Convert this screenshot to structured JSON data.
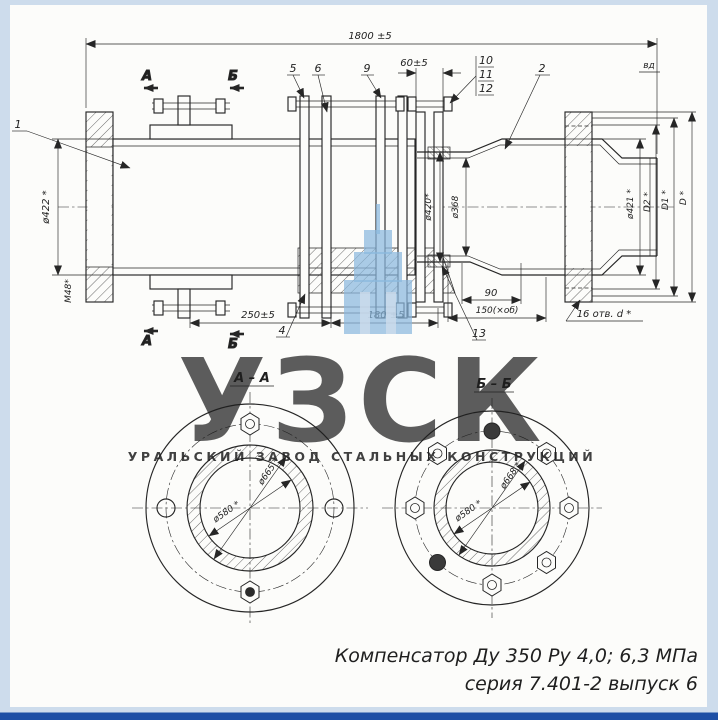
{
  "colors": {
    "page_bg": "#cddcec",
    "paper": "#fcfcfa",
    "line": "#262626",
    "watermark_blue": "#5b9bd0",
    "footer_bar_blue": "#1d4fa5"
  },
  "watermark": {
    "logo_text": "УЗСК",
    "subtitle": "УРАЛЬСКИЙ ЗАВОД СТАЛЬНЫХ КОНСТРУКЦИЙ"
  },
  "caption": {
    "line1": "Компенсатор Ду 350 Ру 4,0; 6,3 МПа",
    "line2": "серия 7.401-2 выпуск 6"
  },
  "main_view": {
    "dim_overall": "1800 ±5",
    "dim_60": "60±5",
    "dim_250": "250±5",
    "dim_180": "180 ±5",
    "dim_90": "90",
    "dim_150": "150(×об)",
    "dim_16_holes": "16 отв. d *",
    "dia_422": "ø422 *",
    "m48": "М48*",
    "dia_420": "ø420*",
    "dia_368": "ø368",
    "dia_421": "ø421 *",
    "d2": "D2 *",
    "d1": "D1 *",
    "d": "D *",
    "top_right_note": "вд",
    "callout_1": "1",
    "callout_2": "2",
    "callout_4": "4",
    "callout_5": "5",
    "callout_6": "6",
    "callout_9": "9",
    "callout_10": "10",
    "callout_11": "11",
    "callout_12": "12",
    "callout_13": "13",
    "section_mark_a": "А",
    "section_mark_b": "Б"
  },
  "section_aa": {
    "title": "А – А",
    "dia_inner": "ø580 *",
    "dia_outer": "ø665 *"
  },
  "section_bb": {
    "title": "Б – Б",
    "dia_inner": "ø580 *",
    "dia_outer": "ø668 *"
  }
}
